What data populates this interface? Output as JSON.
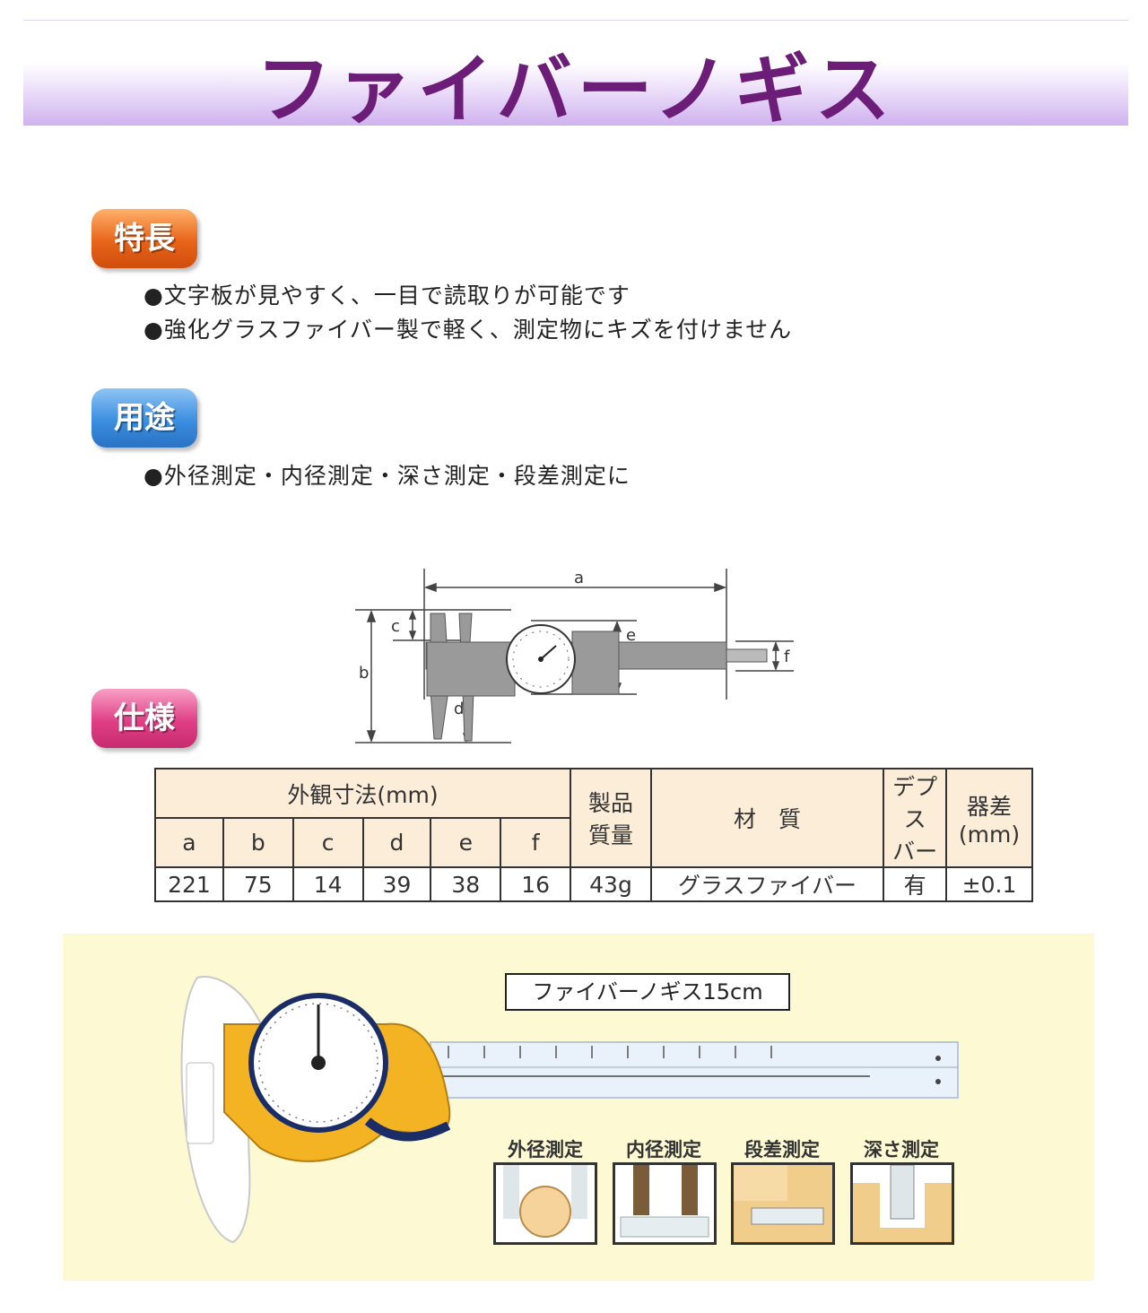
{
  "title": "ファイバーノギス",
  "features": {
    "badge": "特長",
    "items": [
      "文字板が見やすく、一目で読取りが可能です",
      "強化グラスファイバー製で軽く、測定物にキズを付けません"
    ]
  },
  "uses": {
    "badge": "用途",
    "items": [
      "外径測定・内径測定・深さ測定・段差測定に"
    ]
  },
  "spec": {
    "badge": "仕様",
    "diagram_labels": [
      "a",
      "b",
      "c",
      "d",
      "e",
      "f"
    ],
    "table": {
      "dims_header": "外観寸法(mm)",
      "mass_header": [
        "製品",
        "質量"
      ],
      "material_header": "材　質",
      "depth_bar_header": [
        "デプス",
        "バー"
      ],
      "tolerance_header": [
        "器差",
        "(mm)"
      ],
      "dim_columns": [
        "a",
        "b",
        "c",
        "d",
        "e",
        "f"
      ],
      "dim_values": [
        "221",
        "75",
        "14",
        "39",
        "38",
        "16"
      ],
      "mass": "43g",
      "material": "グラスファイバー",
      "depth_bar": "有",
      "tolerance": "±0.1"
    }
  },
  "product_photo": {
    "caption": "ファイバーノギス15cm",
    "uses": [
      "外径測定",
      "内径測定",
      "段差測定",
      "深さ測定"
    ]
  }
}
